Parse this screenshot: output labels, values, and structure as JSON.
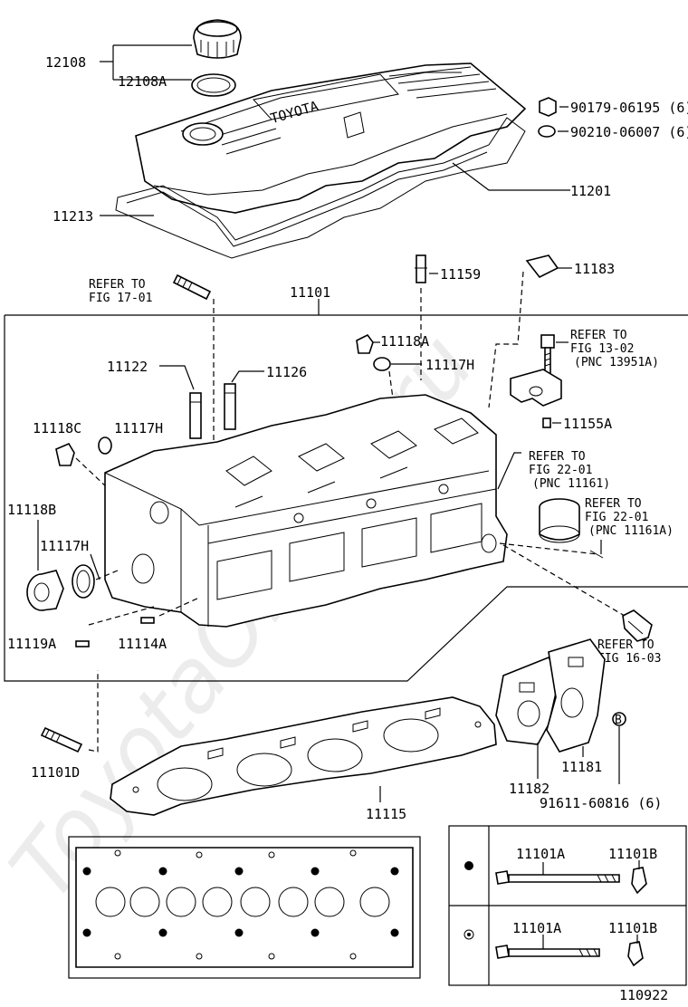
{
  "labels": {
    "p12108": "12108",
    "p12108a": "12108A",
    "p90179": "90179-06195 (6)",
    "p90210": "90210-06007 (6)",
    "p11201": "11201",
    "p11213": "11213",
    "refer17_1": "REFER TO",
    "refer17_2": "FIG 17-01",
    "p11159": "11159",
    "p11183": "11183",
    "p11101": "11101",
    "p11118a": "11118A",
    "refer13_1": "REFER TO",
    "refer13_2": "FIG 13-02",
    "refer13_3": "(PNC 13951A)",
    "p11122": "11122",
    "p11126": "11126",
    "p11117h_top": "11117H",
    "p11118c": "11118C",
    "p11117h_left": "11117H",
    "p11155a": "11155A",
    "refer22a_1": "REFER TO",
    "refer22a_2": "FIG 22-01",
    "refer22a_3": "(PNC 11161)",
    "refer22b_1": "REFER TO",
    "refer22b_2": "FIG 22-01",
    "refer22b_3": "(PNC 11161A)",
    "p11118b": "11118B",
    "p11117h_low": "11117H",
    "p11119a": "11119A",
    "p11114a": "11114A",
    "refer16_1": "REFER TO",
    "refer16_2": "FIG 16-03",
    "p11101d": "11101D",
    "p11182": "11182",
    "p11181": "11181",
    "p11115": "11115",
    "p91611": "91611-60816 (6)",
    "bolt_row1_a": "11101A",
    "bolt_row1_b": "11101B",
    "bolt_row2_a": "11101A",
    "bolt_row2_b": "11101B",
    "badge_b": "B",
    "logo_text": "TOYOTA",
    "drawing_no": "110922",
    "watermark": "ToyotaOnline.ru"
  }
}
